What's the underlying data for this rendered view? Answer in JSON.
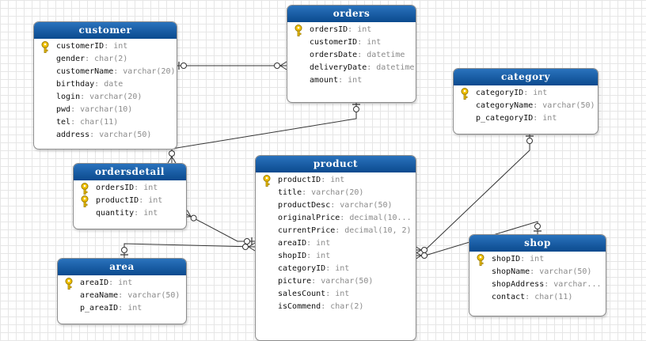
{
  "entities": {
    "customer": {
      "title": "customer",
      "fields": [
        {
          "name": "customerID",
          "type": "int",
          "pk": true
        },
        {
          "name": "gender",
          "type": "char(2)"
        },
        {
          "name": "customerName",
          "type": "varchar(20)"
        },
        {
          "name": "birthday",
          "type": "date"
        },
        {
          "name": "login",
          "type": "varchar(20)"
        },
        {
          "name": "pwd",
          "type": "varchar(10)"
        },
        {
          "name": "tel",
          "type": "char(11)"
        },
        {
          "name": "address",
          "type": "varchar(50)"
        }
      ]
    },
    "orders": {
      "title": "orders",
      "fields": [
        {
          "name": "ordersID",
          "type": "int",
          "pk": true
        },
        {
          "name": "customerID",
          "type": "int"
        },
        {
          "name": "ordersDate",
          "type": "datetime"
        },
        {
          "name": "deliveryDate",
          "type": "datetime"
        },
        {
          "name": "amount",
          "type": "int"
        }
      ]
    },
    "category": {
      "title": "category",
      "fields": [
        {
          "name": "categoryID",
          "type": "int",
          "pk": true
        },
        {
          "name": "categoryName",
          "type": "varchar(50)"
        },
        {
          "name": "p_categoryID",
          "type": "int"
        }
      ]
    },
    "ordersdetail": {
      "title": "ordersdetail",
      "fields": [
        {
          "name": "ordersID",
          "type": "int",
          "pk": true
        },
        {
          "name": "productID",
          "type": "int",
          "pk": true
        },
        {
          "name": "quantity",
          "type": "int"
        }
      ]
    },
    "product": {
      "title": "product",
      "fields": [
        {
          "name": "productID",
          "type": "int",
          "pk": true
        },
        {
          "name": "title",
          "type": "varchar(20)"
        },
        {
          "name": "productDesc",
          "type": "varchar(50)"
        },
        {
          "name": "originalPrice",
          "type": "decimal(10..."
        },
        {
          "name": "currentPrice",
          "type": "decimal(10, 2)"
        },
        {
          "name": "areaID",
          "type": "int"
        },
        {
          "name": "shopID",
          "type": "int"
        },
        {
          "name": "categoryID",
          "type": "int"
        },
        {
          "name": "picture",
          "type": "varchar(50)"
        },
        {
          "name": "salesCount",
          "type": "int"
        },
        {
          "name": "isCommend",
          "type": "char(2)"
        }
      ]
    },
    "area": {
      "title": "area",
      "fields": [
        {
          "name": "areaID",
          "type": "int",
          "pk": true
        },
        {
          "name": "areaName",
          "type": "varchar(50)"
        },
        {
          "name": "p_areaID",
          "type": "int"
        }
      ]
    },
    "shop": {
      "title": "shop",
      "fields": [
        {
          "name": "shopID",
          "type": "int",
          "pk": true
        },
        {
          "name": "shopName",
          "type": "varchar(50)"
        },
        {
          "name": "shopAddress",
          "type": "varchar..."
        },
        {
          "name": "contact",
          "type": "char(11)"
        }
      ]
    }
  },
  "relationships": [
    {
      "from": "customer",
      "to": "orders",
      "one": "customer",
      "many": "orders"
    },
    {
      "from": "orders",
      "to": "ordersdetail",
      "one": "orders",
      "many": "ordersdetail"
    },
    {
      "from": "ordersdetail",
      "to": "product",
      "one": "product",
      "many": "ordersdetail"
    },
    {
      "from": "area",
      "to": "product",
      "one": "area",
      "many": "product"
    },
    {
      "from": "category",
      "to": "product",
      "one": "category",
      "many": "product"
    },
    {
      "from": "shop",
      "to": "product",
      "one": "shop",
      "many": "product"
    }
  ],
  "colors": {
    "header": "#0b4a8e",
    "header_text": "#ffffff",
    "type_text": "#8a8a8a",
    "line": "#333333",
    "key_icon": "#f2c200"
  },
  "icons": {
    "primary_key": "key-icon"
  }
}
